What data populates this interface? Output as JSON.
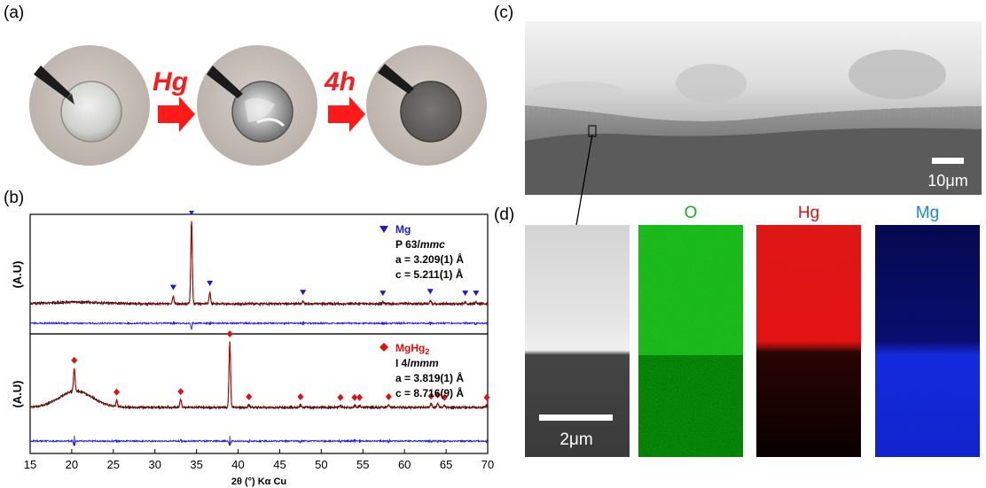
{
  "panels": {
    "a": "(a)",
    "b": "(b)",
    "c": "(c)",
    "d": "(d)"
  },
  "panel_a": {
    "arrow1_label": "Hg",
    "arrow2_label": "4h"
  },
  "panel_c": {
    "scalebar_label": "10μm"
  },
  "panel_d": {
    "scalebar_label": "2μm",
    "maps": [
      {
        "label": "O",
        "color": "#19b319"
      },
      {
        "label": "Hg",
        "color": "#e01010"
      },
      {
        "label": "Mg",
        "color": "#1a86e6"
      }
    ]
  },
  "colors": {
    "observed": "#111111",
    "calculated": "#d00000",
    "difference": "#1f1fe0",
    "mg_marker": "#1a1ad6",
    "mghg2_marker": "#e01010",
    "arrow_red": "#ff1a1a"
  },
  "chart_data": {
    "type": "line",
    "xlabel": "2θ (°) Kα Cu",
    "xlim": [
      15,
      70
    ],
    "xticks": [
      15,
      20,
      25,
      30,
      35,
      40,
      45,
      50,
      55,
      60,
      65,
      70
    ],
    "subplots": [
      {
        "ylabel": "(A.U)",
        "phase": "Mg",
        "space_group_prefix": "P 63/",
        "space_group_italic": "mmc",
        "a": "a = 3.209(1) Å",
        "c": "c = 5.211(1) Å",
        "peaks": [
          32.2,
          34.4,
          36.6,
          47.8,
          57.4,
          63.1,
          67.3,
          68.6
        ],
        "peak_heights": [
          0.09,
          1.0,
          0.14,
          0.03,
          0.02,
          0.04,
          0.02,
          0.02
        ],
        "marker": "triangle-down"
      },
      {
        "ylabel": "(A.U)",
        "phase": "MgHg",
        "phase_sub": "2",
        "space_group_prefix": "I 4/",
        "space_group_italic": "mmm",
        "a": "a = 3.819(1) Å",
        "c": "c = 8.716(9) Å",
        "peaks": [
          20.3,
          25.4,
          33.1,
          39.0,
          41.3,
          47.5,
          52.3,
          54.0,
          54.6,
          58.1,
          63.2,
          64.0,
          64.8,
          69.9
        ],
        "peak_heights": [
          0.35,
          0.1,
          0.12,
          1.0,
          0.04,
          0.04,
          0.03,
          0.03,
          0.03,
          0.04,
          0.05,
          0.07,
          0.03,
          0.03
        ],
        "marker": "diamond"
      }
    ]
  }
}
